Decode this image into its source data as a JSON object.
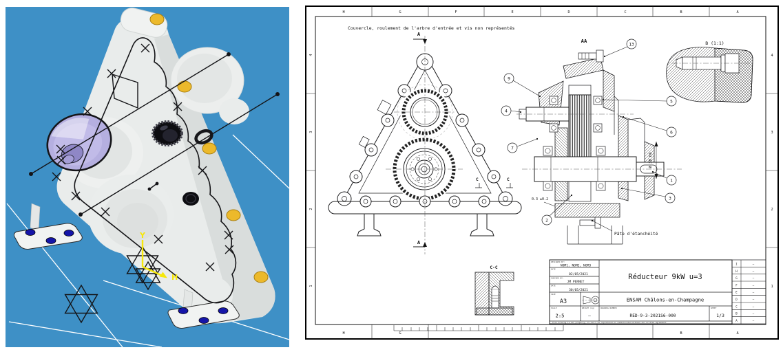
{
  "cad_view": {
    "axes": {
      "y_label": "Y",
      "h_label": "H"
    },
    "colors": {
      "background": "#3e90c6",
      "housing": "#eceeed",
      "housing_shadow": "#d6dad9",
      "bearing_bore_lavender": "#b5afe0",
      "cap_yellow": "#ecb92b",
      "bolt_hole_blue": "#1515a8",
      "sketch_black": "#141417",
      "axis_yellow": "#f6e70a",
      "plane_line_white": "#ffffff"
    }
  },
  "drawing": {
    "note_top": "Couvercle, roulement de l'arbre d'entrée et vis non représentés",
    "seal_note": "Pâte d'étanchéité",
    "dim_shaft": "Ø 30 h6",
    "dim_gap": "0.3 ±0.2",
    "labels": {
      "section_a": "A",
      "section_c": "C",
      "view_aa": "AA",
      "detail_b": "B (1:1)",
      "view_cc": "C-C"
    },
    "balloons": [
      "13",
      "9",
      "4",
      "7",
      "5",
      "6",
      "1",
      "3",
      "2"
    ],
    "zones": {
      "cols": [
        "H",
        "G",
        "F",
        "E",
        "D",
        "C",
        "B",
        "A"
      ],
      "rows": [
        "4",
        "3",
        "2",
        "1"
      ]
    },
    "title_block": {
      "designed_by_label": "DESIGNED BY:",
      "designed_by": "NOM1, NOM2, NOM3",
      "date_label": "DATE",
      "date_designed": "02/05/2021",
      "checked_by_label": "CHECKED BY:",
      "checked_by": "JM PERNET",
      "date_checked": "30/05/2021",
      "size_label": "SIZE",
      "size": "A3",
      "scale_label": "SCALE",
      "scale": "2:5",
      "weight_label": "WEIGHT (kg)",
      "weight": "–",
      "title": "Réducteur 9kW u=3",
      "company": "ENSAM Châlons-en-Champagne",
      "drawing_number_label": "DRAWING NUMBER",
      "drawing_number": "RED-9-3-2021S6-000",
      "sheet_label": "SHEET",
      "sheet": "1/3",
      "legal": "This drawing is our property; it can't be reproduced or communicated without our written agreement.",
      "revision_letters": [
        "I",
        "H",
        "G",
        "F",
        "E",
        "D",
        "C",
        "B",
        "A"
      ],
      "revision_value": "–"
    }
  }
}
